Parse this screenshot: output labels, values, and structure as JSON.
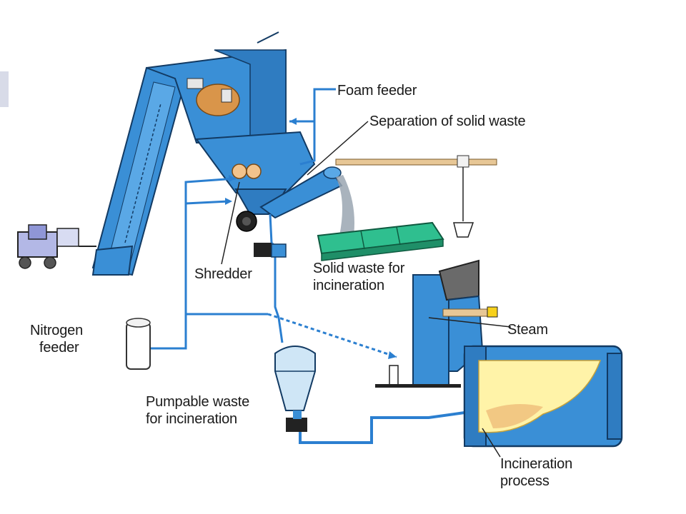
{
  "labels": {
    "foam_feeder": "Foam feeder",
    "separation": "Separation of solid waste",
    "shredder": "Shredder",
    "solid_waste_1": "Solid waste for",
    "solid_waste_2": "incineration",
    "nitrogen_1": "Nitrogen",
    "nitrogen_2": "feeder",
    "steam": "Steam",
    "pumpable_1": "Pumpable waste",
    "pumpable_2": "for incineration",
    "incineration_1": "Incineration",
    "incineration_2": "process"
  },
  "colors": {
    "machine_blue": "#3a8fd6",
    "machine_dark": "#1f5f9c",
    "pipe_blue": "#2b7fd0",
    "conveyor_green": "#2fbf8f",
    "flame_yellow": "#fff3a8"
  }
}
